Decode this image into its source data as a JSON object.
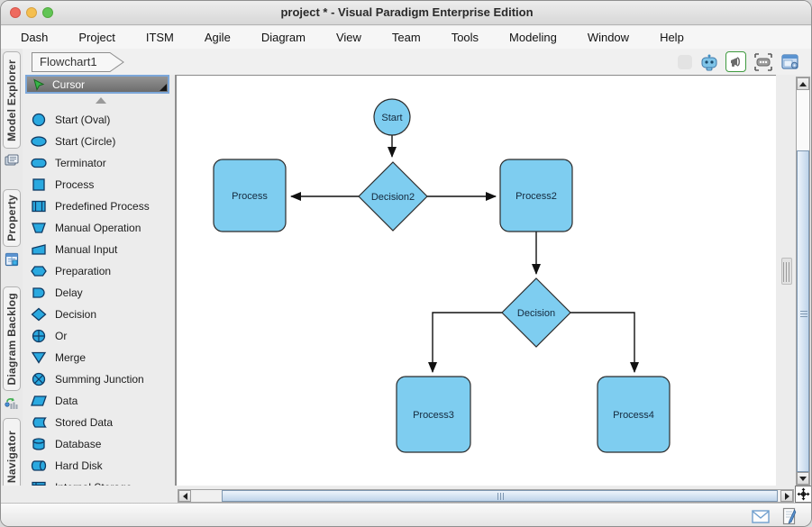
{
  "window": {
    "title": "project * - Visual Paradigm Enterprise Edition"
  },
  "menu_items": [
    "Dash",
    "Project",
    "ITSM",
    "Agile",
    "Diagram",
    "View",
    "Team",
    "Tools",
    "Modeling",
    "Window",
    "Help"
  ],
  "diagram_tab": {
    "label": "Flowchart1"
  },
  "toolbar_icons": [
    "robot-assistant",
    "announcement-megaphone",
    "layer-selection",
    "panel-settings"
  ],
  "side_tabs": {
    "model_explorer": "Model Explorer",
    "property": "Property",
    "diagram_backlog": "Diagram Backlog",
    "navigator": "Navigator"
  },
  "palette": {
    "cursor_label": "Cursor",
    "items": [
      "Start (Oval)",
      "Start (Circle)",
      "Terminator",
      "Process",
      "Predefined Process",
      "Manual Operation",
      "Manual Input",
      "Preparation",
      "Delay",
      "Decision",
      "Or",
      "Merge",
      "Summing Junction",
      "Data",
      "Stored Data",
      "Database",
      "Hard Disk",
      "Internal Storage"
    ]
  },
  "canvas_nodes": {
    "start": "Start",
    "process": "Process",
    "decision2": "Decision2",
    "process2": "Process2",
    "decision": "Decision",
    "process3": "Process3",
    "process4": "Process4"
  },
  "colors": {
    "node_fill": "#7ECDF0",
    "node_border": "#2b2b2b",
    "palette_icon_fill": "#2AA9E0",
    "palette_icon_border": "#0F3A63",
    "selected_tool_border": "#7CA7D9",
    "scrollbar_thumb": "#BFD4EA"
  }
}
